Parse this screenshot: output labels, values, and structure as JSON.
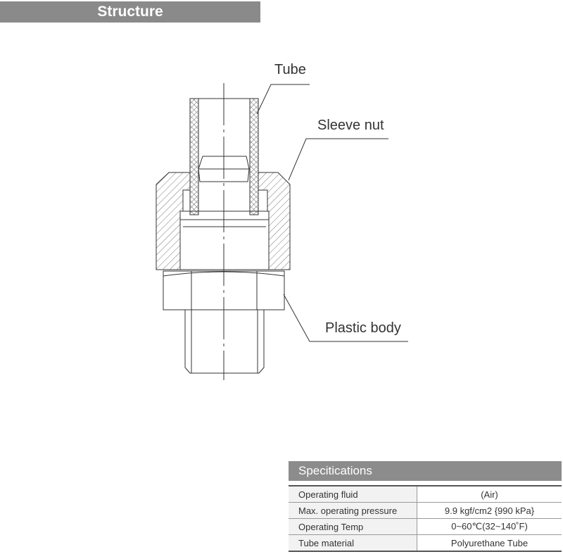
{
  "header": {
    "title": "Structure"
  },
  "diagram": {
    "labels": {
      "tube": "Tube",
      "sleeve_nut": "Sleeve nut",
      "plastic_body": "Plastic body"
    }
  },
  "specifications": {
    "title": "Specitications",
    "rows": [
      {
        "label": "Operating fluid",
        "value": "(Air)"
      },
      {
        "label": "Max. operating pressure",
        "value": "9.9 kgf/cm2 {990 kPa}"
      },
      {
        "label": "Operating Temp",
        "value": "0~60℃(32~140˚F)"
      },
      {
        "label": "Tube material",
        "value": "Polyurethane Tube"
      }
    ]
  }
}
